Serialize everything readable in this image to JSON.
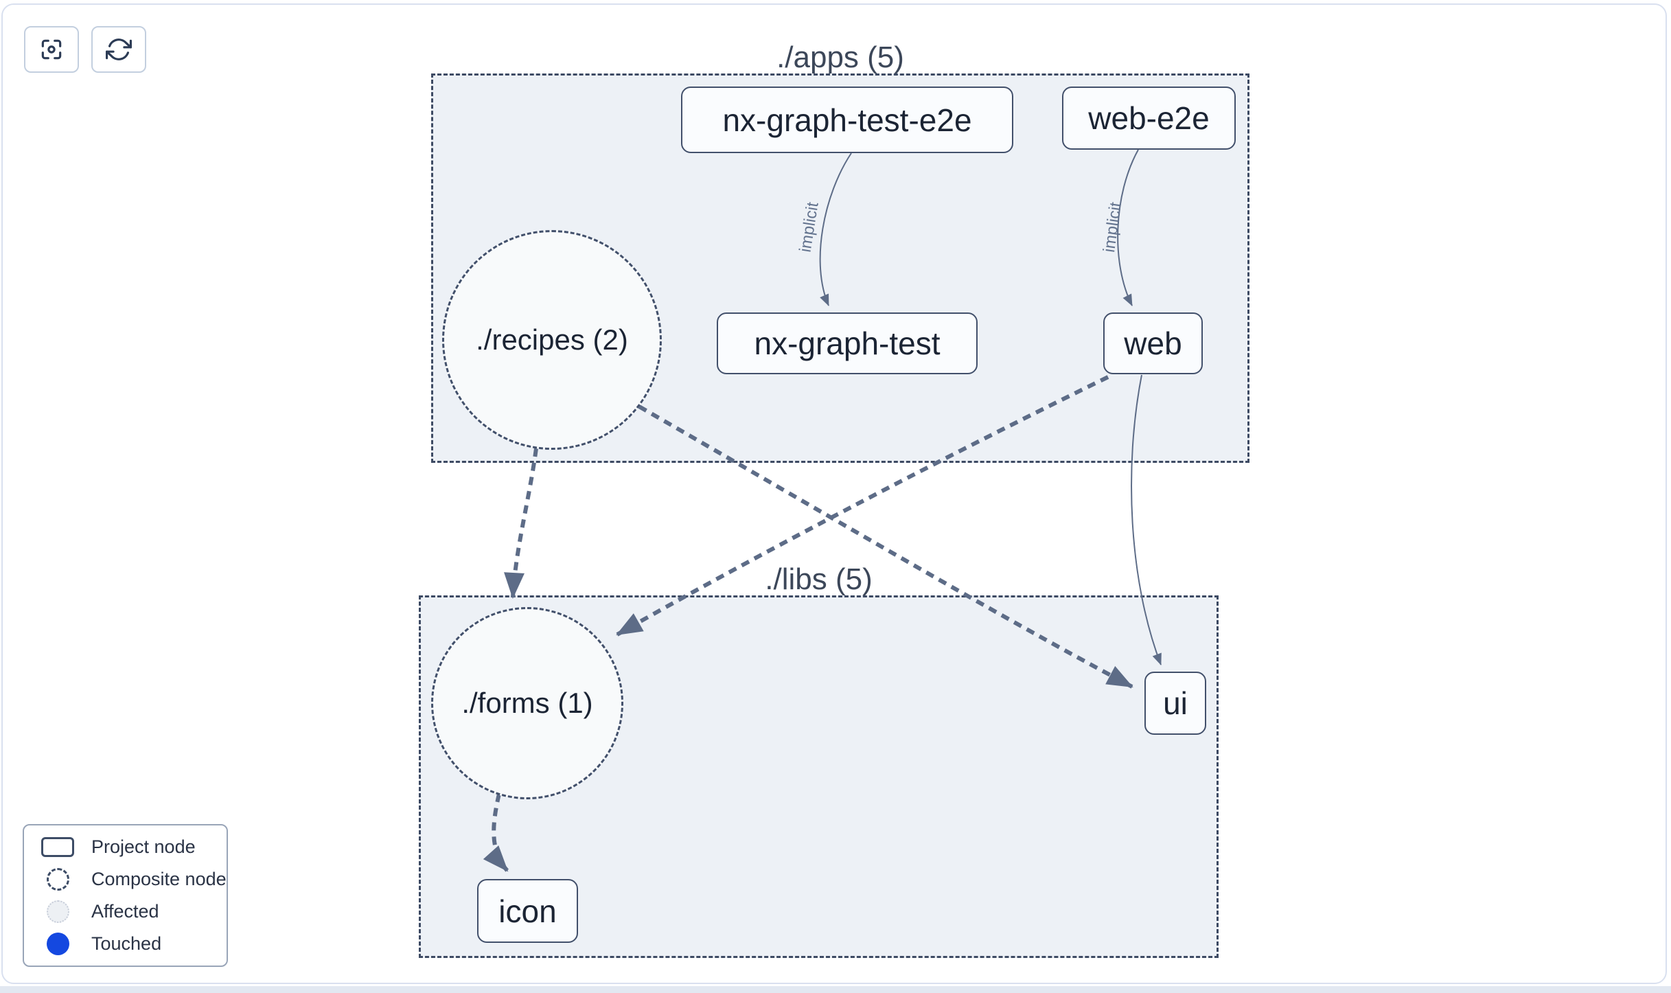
{
  "toolbar": {
    "buttons": [
      {
        "icon": "focus-icon"
      },
      {
        "icon": "refresh-icon"
      }
    ]
  },
  "graph": {
    "groups": [
      {
        "id": "apps",
        "label": "./apps (5)"
      },
      {
        "id": "libs",
        "label": "./libs (5)"
      }
    ],
    "nodes": [
      {
        "id": "nx-graph-test-e2e",
        "label": "nx-graph-test-e2e",
        "type": "project",
        "group": "apps"
      },
      {
        "id": "web-e2e",
        "label": "web-e2e",
        "type": "project",
        "group": "apps"
      },
      {
        "id": "recipes",
        "label": "./recipes (2)",
        "type": "composite",
        "group": "apps"
      },
      {
        "id": "nx-graph-test",
        "label": "nx-graph-test",
        "type": "project",
        "group": "apps"
      },
      {
        "id": "web",
        "label": "web",
        "type": "project",
        "group": "apps"
      },
      {
        "id": "forms",
        "label": "./forms (1)",
        "type": "composite",
        "group": "libs"
      },
      {
        "id": "ui",
        "label": "ui",
        "type": "project",
        "group": "libs"
      },
      {
        "id": "icon",
        "label": "icon",
        "type": "project",
        "group": "libs"
      }
    ],
    "edges": [
      {
        "from": "nx-graph-test-e2e",
        "to": "nx-graph-test",
        "label": "implicit",
        "style": "solid"
      },
      {
        "from": "web-e2e",
        "to": "web",
        "label": "implicit",
        "style": "solid"
      },
      {
        "from": "web",
        "to": "ui",
        "label": "",
        "style": "solid"
      },
      {
        "from": "recipes",
        "to": "forms",
        "label": "",
        "style": "dashed"
      },
      {
        "from": "recipes",
        "to": "ui",
        "label": "",
        "style": "dashed"
      },
      {
        "from": "web",
        "to": "forms",
        "label": "",
        "style": "dashed"
      },
      {
        "from": "forms",
        "to": "icon",
        "label": "",
        "style": "dashed"
      }
    ]
  },
  "legend": {
    "items": [
      {
        "label": "Project node",
        "swatch": "project"
      },
      {
        "label": "Composite node",
        "swatch": "composite"
      },
      {
        "label": "Affected",
        "swatch": "affected"
      },
      {
        "label": "Touched",
        "swatch": "touched"
      }
    ]
  },
  "colors": {
    "touched_blue": "#1448e0",
    "edge": "#5d6c87",
    "group_fill": "#edf1f6",
    "node_border": "#42506b",
    "text_dark": "#1b2434"
  }
}
